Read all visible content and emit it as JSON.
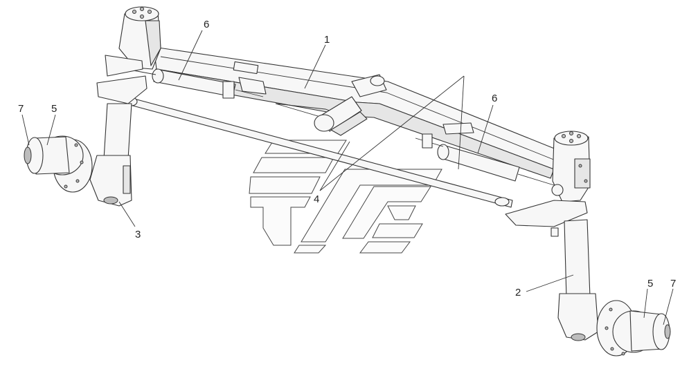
{
  "diagram": {
    "callouts": [
      {
        "id": "c1",
        "text": "1"
      },
      {
        "id": "c2",
        "text": "2"
      },
      {
        "id": "c3",
        "text": "3"
      },
      {
        "id": "c4",
        "text": "4"
      },
      {
        "id": "c5a",
        "text": "5"
      },
      {
        "id": "c5b",
        "text": "5"
      },
      {
        "id": "c6a",
        "text": "6"
      },
      {
        "id": "c6b",
        "text": "6"
      },
      {
        "id": "c7a",
        "text": "7"
      },
      {
        "id": "c7b",
        "text": "7"
      }
    ],
    "colors": {
      "line": "#333333",
      "fill": "#f7f7f7",
      "shade": "#e6e6e6",
      "background": "#ffffff"
    }
  }
}
